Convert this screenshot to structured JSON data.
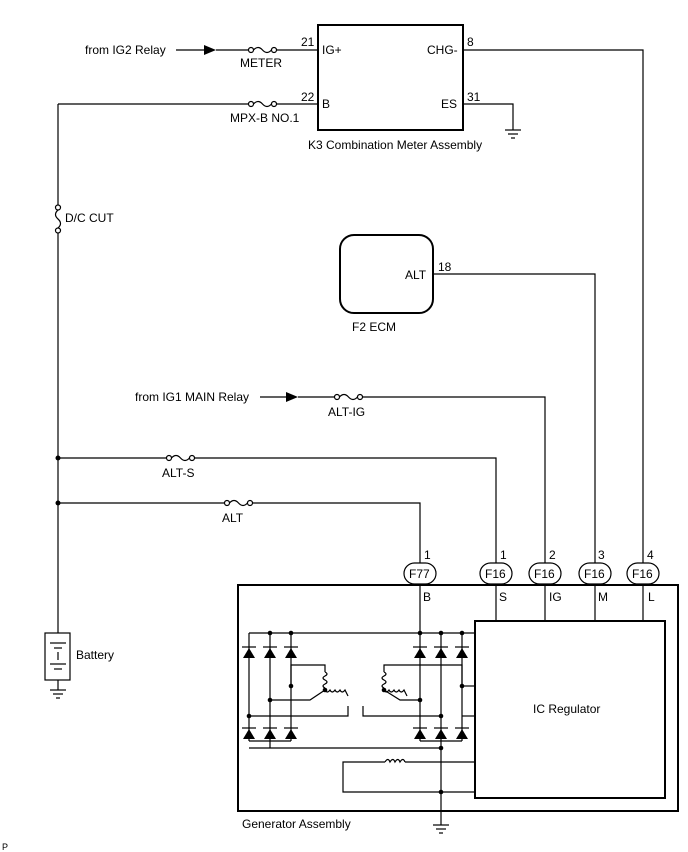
{
  "meter": {
    "name": "K3 Combination Meter Assembly",
    "pins": {
      "ig_plus_num": "21",
      "ig_plus": "IG+",
      "b_num": "22",
      "b": "B",
      "chg_num": "8",
      "chg": "CHG-",
      "es_num": "31",
      "es": "ES"
    }
  },
  "ecm": {
    "name": "F2  ECM",
    "pin_num": "18",
    "pin": "ALT"
  },
  "sources": {
    "ig2": "from IG2 Relay",
    "ig1": "from IG1 MAIN Relay"
  },
  "fuses": {
    "meter": "METER",
    "mpxb": "MPX-B NO.1",
    "dccut": "D/C CUT",
    "altig": "ALT-IG",
    "alts": "ALT-S",
    "alt": "ALT"
  },
  "battery": "Battery",
  "connectors": [
    {
      "num": "1",
      "id": "F77",
      "pin": "B"
    },
    {
      "num": "1",
      "id": "F16",
      "pin": "S"
    },
    {
      "num": "2",
      "id": "F16",
      "pin": "IG"
    },
    {
      "num": "3",
      "id": "F16",
      "pin": "M"
    },
    {
      "num": "4",
      "id": "F16",
      "pin": "L"
    }
  ],
  "generator": {
    "name": "Generator Assembly",
    "regulator": "IC Regulator"
  },
  "corner_mark": "P"
}
